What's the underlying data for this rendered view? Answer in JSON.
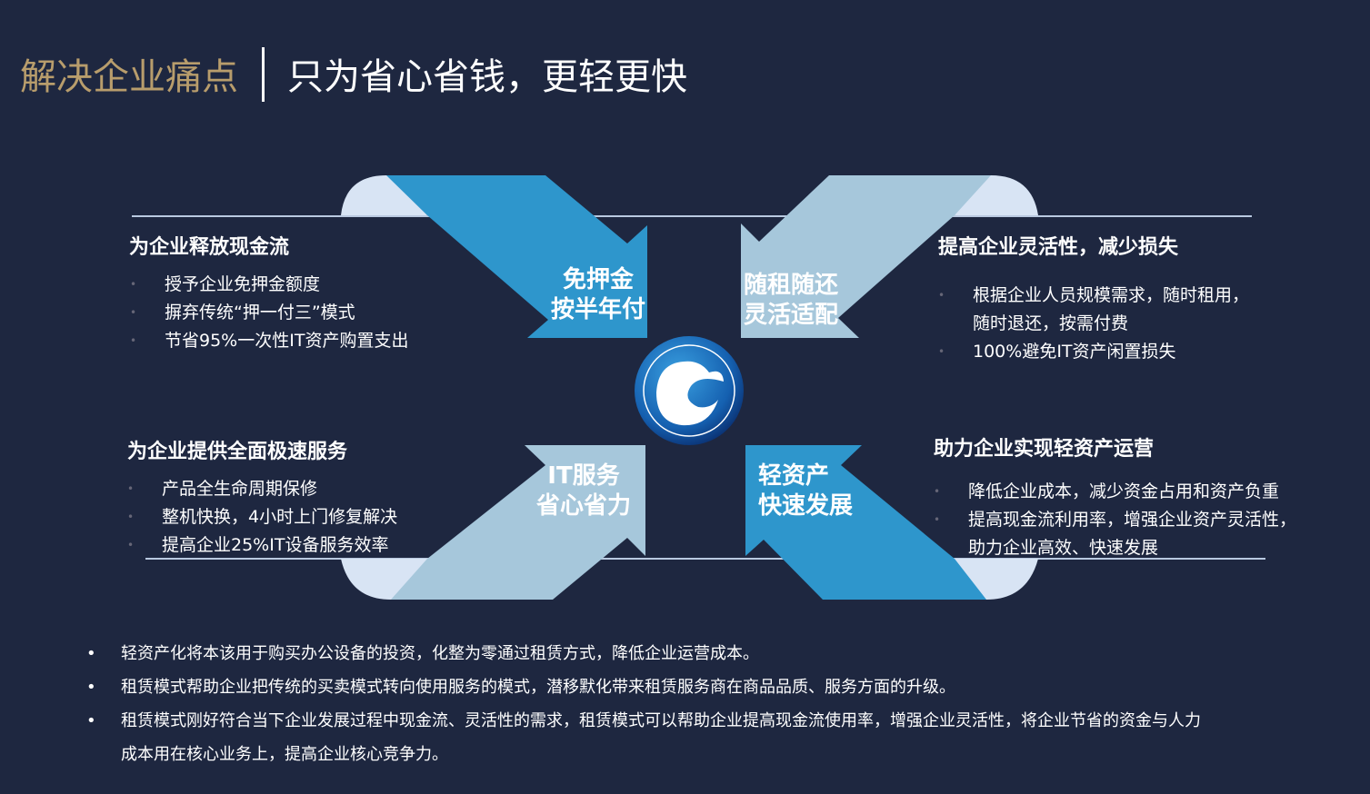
{
  "title": {
    "main": "解决企业痛点",
    "sub": "只为省心省钱，更轻更快"
  },
  "colors": {
    "bg": "#1e2740",
    "gold": "#b89d6c",
    "arrow_dark": "#2e96cc",
    "arrow_light": "#a6c7db",
    "curl": "#d8e4f4"
  },
  "arrows": [
    {
      "line1": "免押金",
      "line2": "按半年付"
    },
    {
      "line1": "随租随还",
      "line2": "灵活适配"
    },
    {
      "line1": "IT服务",
      "line2": "省心省力"
    },
    {
      "line1": "轻资产",
      "line2": "快速发展"
    }
  ],
  "quadrants": [
    {
      "heading": "为企业释放现金流",
      "items": [
        "授予企业免押金额度",
        "摒弃传统“押一付三”模式",
        "节省95%一次性IT资产购置支出"
      ]
    },
    {
      "heading": "提高企业灵活性，减少损失",
      "items": [
        "根据企业人员规模需求，随时租用，",
        "随时退还，按需付费",
        "100%避免IT资产闲置损失"
      ]
    },
    {
      "heading": "为企业提供全面极速服务",
      "items": [
        "产品全生命周期保修",
        "整机快换，4小时上门修复解决",
        "提高企业25%IT设备服务效率"
      ]
    },
    {
      "heading": "助力企业实现轻资产运营",
      "items": [
        "降低企业成本，减少资金占用和资产负重",
        "提高现金流利用率，增强企业资产灵活性，",
        "助力企业高效、快速发展"
      ]
    }
  ],
  "bullets": [
    "轻资产化将本该用于购买办公设备的投资，化整为零通过租赁方式，降低企业运营成本。",
    "租赁模式帮助企业把传统的买卖模式转向使用服务的模式，潜移默化带来租赁服务商在商品品质、服务方面的升级。",
    "租赁模式刚好符合当下企业发展过程中现金流、灵活性的需求，租赁模式可以帮助企业提高现金流使用率，增强企业灵活性，将企业节省的资金与人力",
    "成本用在核心业务上，提高企业核心竞争力。"
  ]
}
